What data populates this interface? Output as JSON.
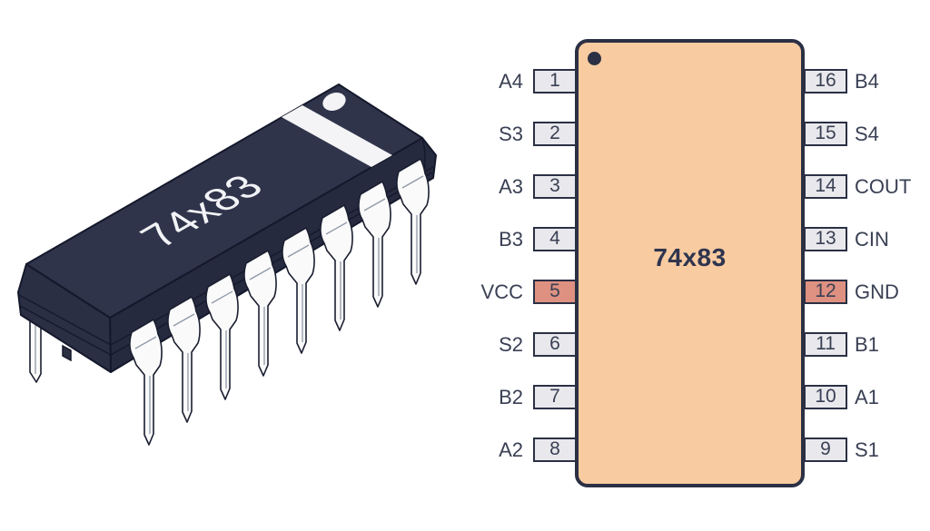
{
  "background": "#ffffff",
  "illustration": {
    "chip_label": "74x83",
    "body_top_color": "#2f344b",
    "body_front_color": "#262a3e",
    "body_left_color": "#2a2f44",
    "outline_color": "#14182b",
    "pin_color": "#fafafa",
    "stripe_color": "#f4f4f6",
    "marking_color": "#f2f3f6"
  },
  "pinout": {
    "chip_label": "74x83",
    "body_color": "#f8cba1",
    "outline_color": "#2b3044",
    "pin_box_color": "#e9e9ed",
    "power_pin_color": "#de9181",
    "text_color": "#3a4054",
    "left_pins": [
      {
        "number": "1",
        "label": "A4",
        "highlight": false
      },
      {
        "number": "2",
        "label": "S3",
        "highlight": false
      },
      {
        "number": "3",
        "label": "A3",
        "highlight": false
      },
      {
        "number": "4",
        "label": "B3",
        "highlight": false
      },
      {
        "number": "5",
        "label": "VCC",
        "highlight": true
      },
      {
        "number": "6",
        "label": "S2",
        "highlight": false
      },
      {
        "number": "7",
        "label": "B2",
        "highlight": false
      },
      {
        "number": "8",
        "label": "A2",
        "highlight": false
      }
    ],
    "right_pins": [
      {
        "number": "16",
        "label": "B4",
        "highlight": false
      },
      {
        "number": "15",
        "label": "S4",
        "highlight": false
      },
      {
        "number": "14",
        "label": "COUT",
        "highlight": false
      },
      {
        "number": "13",
        "label": "CIN",
        "highlight": false
      },
      {
        "number": "12",
        "label": "GND",
        "highlight": true
      },
      {
        "number": "11",
        "label": "B1",
        "highlight": false
      },
      {
        "number": "10",
        "label": "A1",
        "highlight": false
      },
      {
        "number": "9",
        "label": "S1",
        "highlight": false
      }
    ]
  }
}
